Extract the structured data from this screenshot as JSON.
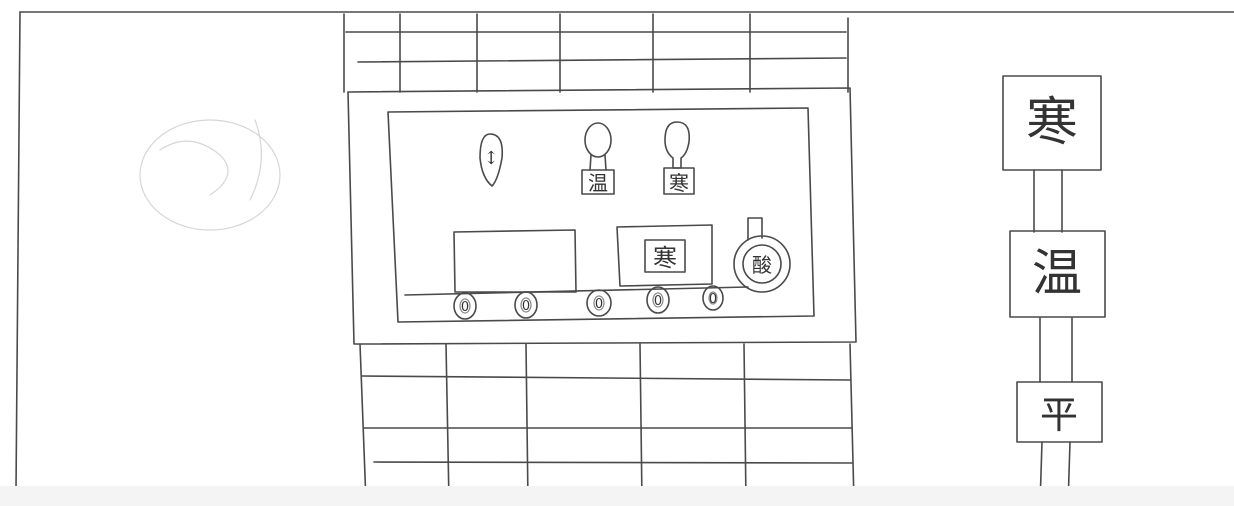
{
  "sign_post": {
    "top_label": "寒",
    "middle_label": "温",
    "bottom_label": "平"
  },
  "machine": {
    "tap_left_label": "↕",
    "tap_center_label": "温",
    "tap_right_label": "寒",
    "center_box_label": "寒",
    "dial_label": "酸",
    "coin_label": "0"
  },
  "colors": {
    "paper": "#ffffff",
    "pencil": "#4a4a4a"
  }
}
